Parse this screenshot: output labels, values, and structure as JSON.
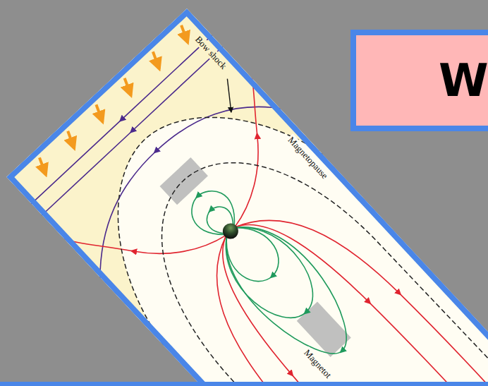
{
  "diagram": {
    "nodes": [
      {
        "text": [
          "W"
        ]
      }
    ],
    "labels": [
      "Bow shock",
      "Magnetopause",
      "Magnetot"
    ]
  }
}
